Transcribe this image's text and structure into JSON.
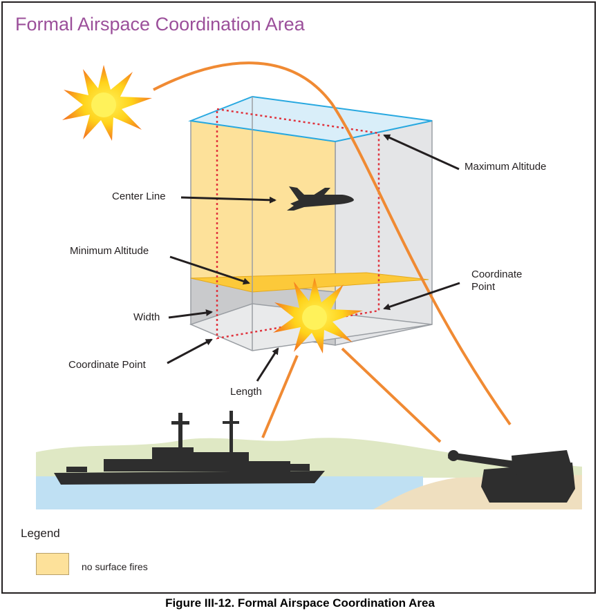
{
  "title": "Formal Airspace Coordination Area",
  "labels": {
    "maximum_altitude": "Maximum Altitude",
    "center_line": "Center Line",
    "minimum_altitude": "Minimum Altitude",
    "coordinate_point_right_line1": "Coordinate",
    "coordinate_point_right_line2": "Point",
    "width": "Width",
    "coordinate_point_left": "Coordinate Point",
    "length": "Length"
  },
  "legend": {
    "title": "Legend",
    "items": [
      {
        "label": "no surface fires",
        "color": "#fde19a"
      }
    ]
  },
  "caption": "Figure III-12.  Formal Airspace Coordination Area",
  "colors": {
    "title": "#9b4f9a",
    "no_fire_zone": "#fde19a",
    "min_altitude_plane": "#fcc93a",
    "max_altitude_plane": "#d9eef9",
    "trajectory": "#f08a33",
    "center_line_dots": "#e0323c",
    "water": "#bfe0f3",
    "land": "#dfe8c4",
    "sand": "#efdfbf",
    "silhouette": "#2e2e2e"
  },
  "icons": [
    "explosion-icon",
    "jet-aircraft-icon",
    "warship-icon",
    "self-propelled-howitzer-icon"
  ]
}
